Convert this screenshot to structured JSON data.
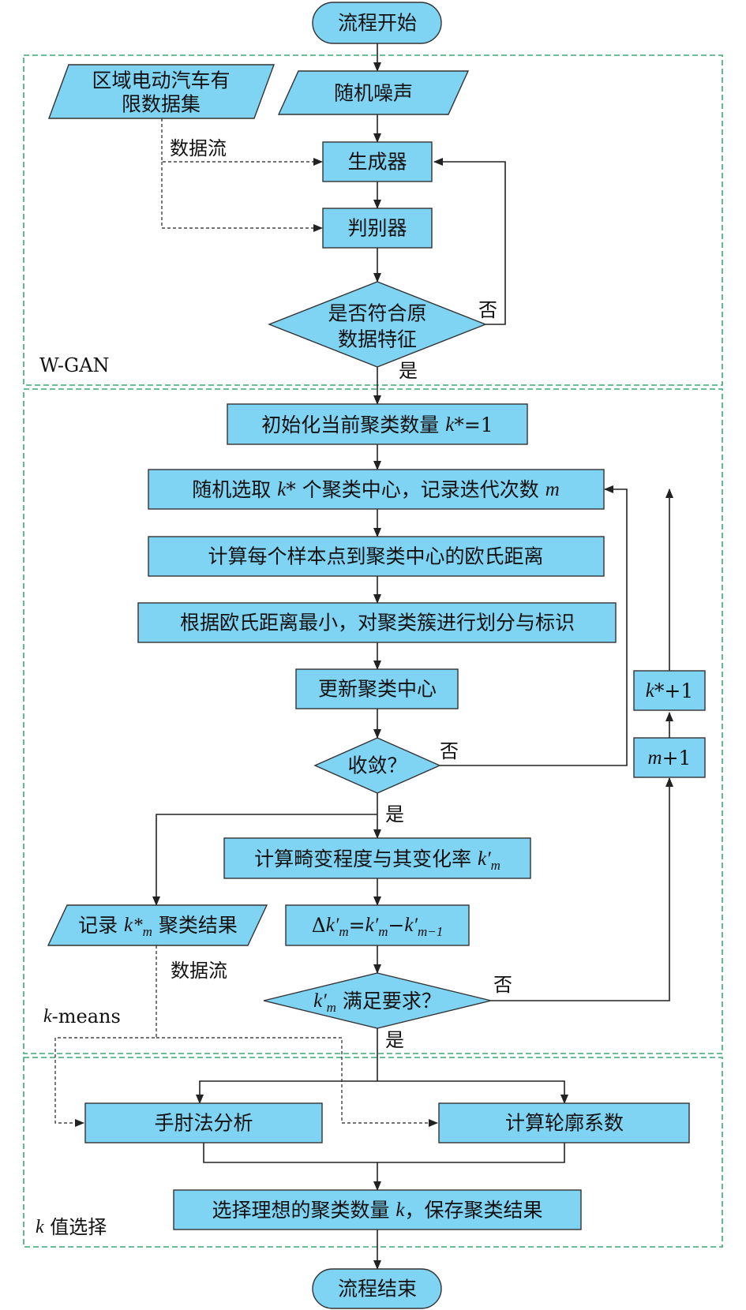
{
  "colors": {
    "node_fill": "#7fd3f3",
    "group_border": "#3aa874",
    "line": "#222222"
  },
  "nodes": {
    "start": "流程开始",
    "ev_data": "区域电动汽车有限数据集",
    "ev_data_line1": "区域电动汽车有",
    "ev_data_line2": "限数据集",
    "noise": "随机噪声",
    "generator": "生成器",
    "discriminator": "判别器",
    "match_line1": "是否符合原",
    "match_line2": "数据特征",
    "init_pre": "初始化当前聚类数量 ",
    "init_var": "k",
    "init_post": "*=1",
    "select_pre": "随机选取 ",
    "select_var": "k",
    "select_mid": "* 个聚类中心，记录迭代次数 ",
    "select_var2": "m",
    "compute_dist": "计算每个样本点到聚类中心的欧氏距离",
    "partition": "根据欧氏距离最小，对聚类簇进行划分与标识",
    "update_center": "更新聚类中心",
    "converge": "收敛？",
    "distortion_pre": "计算畸变程度与其变化率 ",
    "distortion_var": "k′",
    "distortion_sub": "m",
    "delta_text": "Δk′m=k′m−k′m−1",
    "delta_delta": "Δ",
    "delta_k1": "k′",
    "delta_s1": "m",
    "delta_eq": "=",
    "delta_k2": "k′",
    "delta_s2": "m",
    "delta_minus": "−",
    "delta_k3": "k′",
    "delta_s3": "m−1",
    "meet_var": "k′",
    "meet_sub": "m",
    "meet_text": " 满足要求？",
    "record_pre": "记录 ",
    "record_var": "k*",
    "record_sub": "m",
    "record_post": " 聚类结果",
    "k_plus_var": "k",
    "k_plus_post": "*+1",
    "m_plus_var": "m",
    "m_plus_post": "+1",
    "elbow": "手肘法分析",
    "silhouette": "计算轮廓系数",
    "choose_pre": "选择理想的聚类数量 ",
    "choose_var": "k",
    "choose_post": "，保存聚类结果",
    "end": "流程结束"
  },
  "edge_labels": {
    "data_flow": "数据流",
    "no": "否",
    "yes": "是"
  },
  "groups": {
    "wgan": "W-GAN",
    "kmeans_var": "k",
    "kmeans_post": "-means",
    "kselect_var": "k",
    "kselect_post": " 值选择"
  }
}
